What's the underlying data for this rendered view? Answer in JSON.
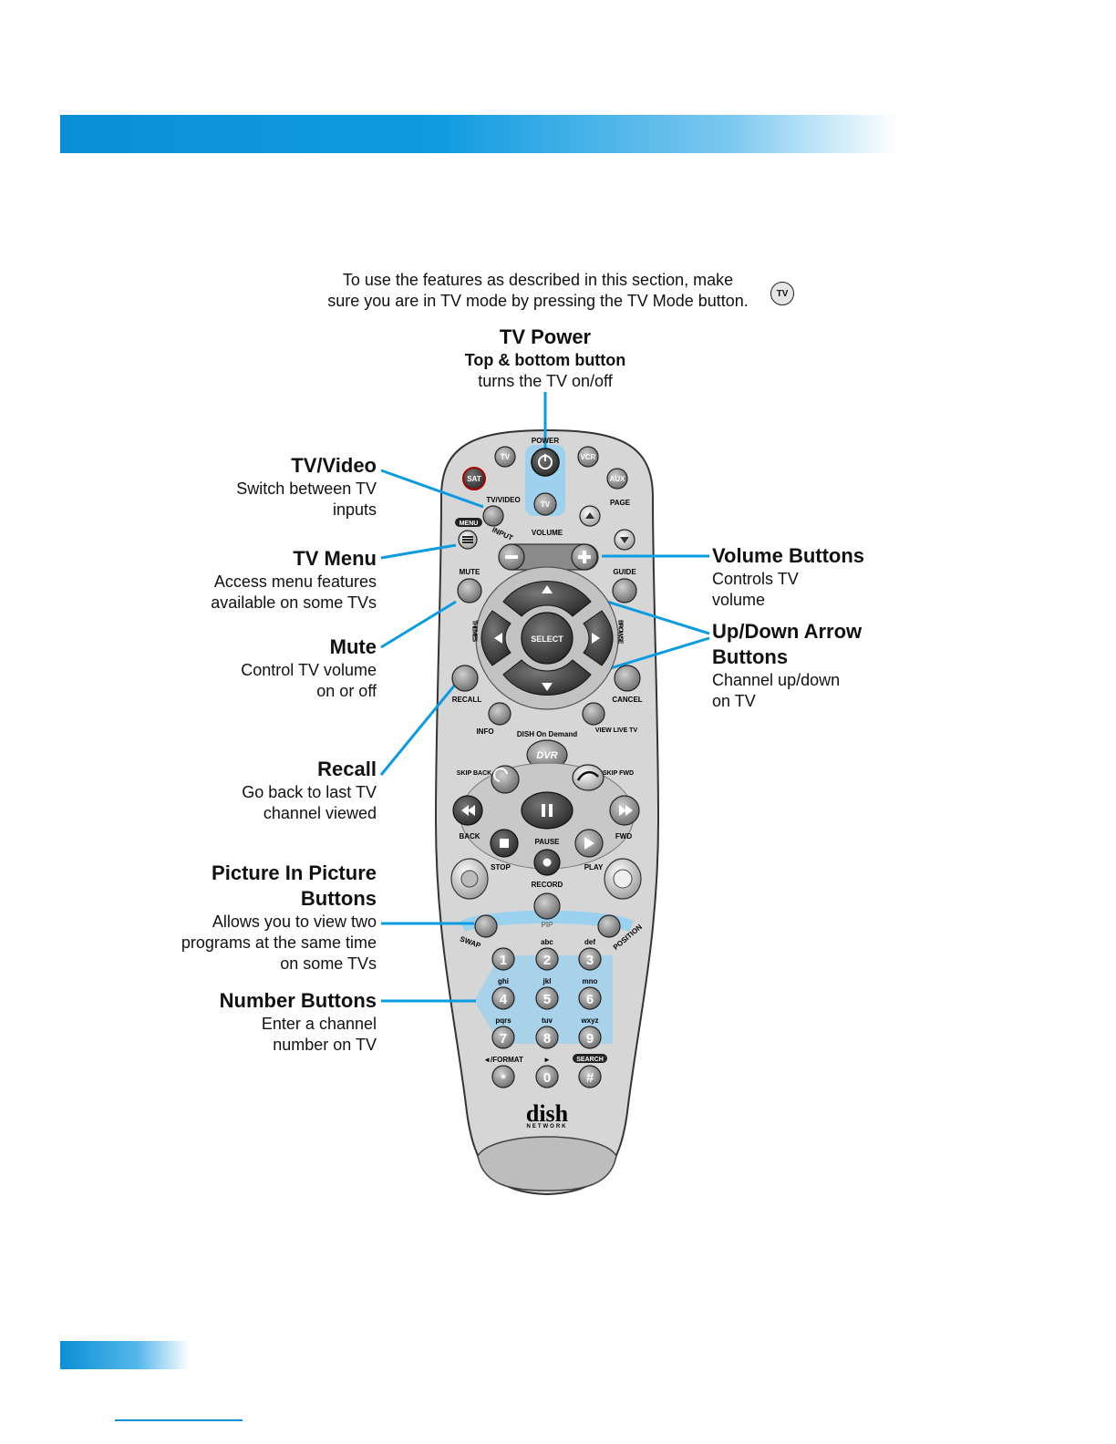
{
  "intro": {
    "line1": "To use the features as described in this section, make",
    "line2": "sure you are in TV mode by pressing the TV Mode button.",
    "tv_mode_icon_label": "TV"
  },
  "callouts": {
    "tv_power": {
      "title": "TV Power",
      "subtitle": "Top & bottom button",
      "desc": "turns the TV on/off"
    },
    "tv_video": {
      "title": "TV/Video",
      "desc": "Switch between TV\ninputs"
    },
    "tv_menu": {
      "title": "TV Menu",
      "desc": "Access menu features\navailable on some TVs"
    },
    "mute": {
      "title": "Mute",
      "desc": "Control TV volume\non or off"
    },
    "recall": {
      "title": "Recall",
      "desc": "Go back to last TV\nchannel viewed"
    },
    "pip": {
      "title": "Picture In Picture\nButtons",
      "desc": "Allows you to view two\nprograms at the same time\non some TVs"
    },
    "number": {
      "title": "Number Buttons",
      "desc": "Enter a channel\nnumber on TV"
    },
    "volume": {
      "title": "Volume Buttons",
      "desc": "Controls TV\nvolume"
    },
    "updown": {
      "title": "Up/Down Arrow\nButtons",
      "desc": "Channel up/down\non TV"
    }
  },
  "remote": {
    "power": "POWER",
    "tv": "TV",
    "vcr": "VCR",
    "sat": "SAT",
    "aux": "AUX",
    "tv_video": "TV/VIDEO",
    "input": "INPUT",
    "page": "PAGE",
    "volume": "VOLUME",
    "menu": "MENU",
    "mute": "MUTE",
    "guide": "GUIDE",
    "select": "SELECT",
    "themes": "THEMES",
    "browse": "BROWSE",
    "recall": "RECALL",
    "cancel": "CANCEL",
    "info": "INFO",
    "view_live_tv": "VIEW LIVE TV",
    "dish_on_demand": "DISH On Demand",
    "dvr": "DVR",
    "skip_back": "SKIP BACK",
    "skip_fwd": "SKIP FWD",
    "back": "BACK",
    "fwd": "FWD",
    "stop": "STOP",
    "pause": "PAUSE",
    "play": "PLAY",
    "record": "RECORD",
    "pip": "PIP",
    "swap": "SWAP",
    "position": "POSITION",
    "format": "◄/FORMAT",
    "search": "SEARCH",
    "keys": [
      {
        "num": "1",
        "sub": ""
      },
      {
        "num": "2",
        "sub": "abc"
      },
      {
        "num": "3",
        "sub": "def"
      },
      {
        "num": "4",
        "sub": "ghi"
      },
      {
        "num": "5",
        "sub": "jkl"
      },
      {
        "num": "6",
        "sub": "mno"
      },
      {
        "num": "7",
        "sub": "pqrs"
      },
      {
        "num": "8",
        "sub": "tuv"
      },
      {
        "num": "9",
        "sub": "wxyz"
      },
      {
        "num": "*",
        "sub": ""
      },
      {
        "num": "0",
        "sub": "►"
      },
      {
        "num": "#",
        "sub": ""
      }
    ],
    "logo": "dish",
    "logo_sub": "NETWORK"
  },
  "colors": {
    "accent": "#0a9be0",
    "remote_body": "#d4d4d4",
    "button_dark": "#2a2a2a"
  }
}
